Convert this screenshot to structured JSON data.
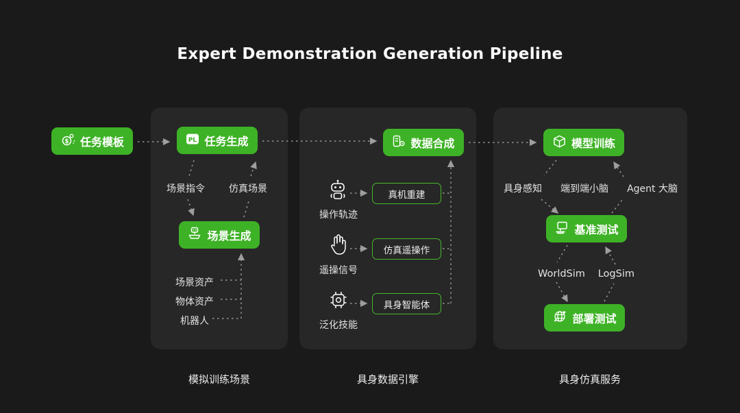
{
  "title": "Expert Demonstration Generation Pipeline",
  "colors": {
    "background": "#1a1a1a",
    "panel": "#272727",
    "accent_green": "#3eb226",
    "text": "#ededed",
    "arrow": "#969696"
  },
  "icons": [
    "coins-spark-icon",
    "pl-badge-icon",
    "robot-conveyor-icon",
    "recorder-icon",
    "robot-icon",
    "glove-icon",
    "skill-chip-icon",
    "cube-icon",
    "monitor-icon",
    "network-globe-icon"
  ],
  "start_node": {
    "label": "任务模板",
    "icon": "coins-spark-icon"
  },
  "panel1": {
    "caption": "模拟训练场景",
    "task_gen": {
      "label": "任务生成",
      "icon": "pl-badge-icon",
      "icon_text": "PL"
    },
    "scene_cmd": "场景指令",
    "sim_scene": "仿真场景",
    "scene_gen": {
      "label": "场景生成",
      "icon": "robot-conveyor-icon"
    },
    "assets": [
      "场景资产",
      "物体资产",
      "机器人"
    ]
  },
  "panel2": {
    "caption": "具身数据引擎",
    "data_syn": {
      "label": "数据合成",
      "icon": "recorder-icon"
    },
    "rows": [
      {
        "icon": "robot-icon",
        "label": "操作轨迹",
        "node": "真机重建"
      },
      {
        "icon": "glove-icon",
        "label": "遥操信号",
        "node": "仿真遥操作"
      },
      {
        "icon": "skill-chip-icon",
        "label": "泛化技能",
        "node": "具身智能体"
      }
    ]
  },
  "panel3": {
    "caption": "具身仿真服务",
    "model_train": {
      "label": "模型训练",
      "icon": "cube-icon"
    },
    "middle_row": [
      "具身感知",
      "端到端小脑",
      "Agent 大脑"
    ],
    "benchmark": {
      "label": "基准测试",
      "icon": "monitor-icon"
    },
    "sims": [
      "WorldSim",
      "LogSim"
    ],
    "deploy": {
      "label": "部署测试",
      "icon": "network-globe-icon"
    }
  }
}
